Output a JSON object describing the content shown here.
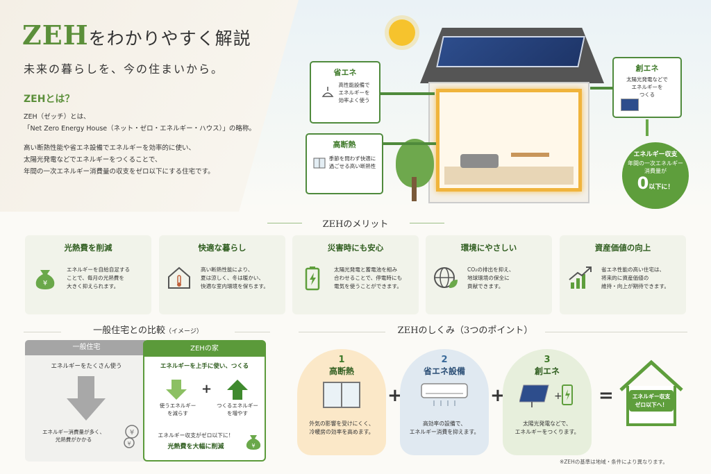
{
  "hero": {
    "title_main": "ZEH",
    "title_rest": "をわかりやすく解説",
    "subtitle": "未来の暮らしを、今の住まいから。",
    "what_heading": "ZEHとは？",
    "intro_lines": [
      "ZEH（ゼッチ）とは、",
      "「Net Zero Energy House（ネット・ゼロ・エネルギー・ハウス）」の略称。",
      "高い断熱性能や省エネ設備でエネルギーを効率的に使い、",
      "太陽光発電などでエネルギーをつくることで、",
      "年間の一次エネルギー消費量の収支をゼロ以下にする住宅です。"
    ]
  },
  "diagram": {
    "save": {
      "heading": "省エネ",
      "lines": [
        "高性能設備で",
        "エネルギーを",
        "効率よく使う"
      ]
    },
    "insulation": {
      "heading": "高断熱",
      "lines": [
        "季節を問わず快適に",
        "過ごせる高い断熱性"
      ]
    },
    "create": {
      "heading": "創エネ",
      "lines": [
        "太陽光発電などで",
        "エネルギーを",
        "つくる"
      ]
    },
    "result": {
      "line1": "エネルギー収支",
      "line2": "年間の一次エネルギー",
      "line3": "消費量が",
      "zero": "0",
      "line4": "以下に！"
    }
  },
  "merits": {
    "title": "ZEHのメリット",
    "cards": [
      {
        "heading": "光熱費を削減",
        "icon": "money-bag-icon",
        "lines": [
          "エネルギーを自給自足する",
          "ことで、毎月の光熱費を",
          "大きく抑えられます。"
        ]
      },
      {
        "heading": "快適な暮らし",
        "icon": "house-thermometer-icon",
        "lines": [
          "高い断熱性能により、",
          "夏は涼しく、冬は暖かい、",
          "快適な室内環境を保ちます。"
        ]
      },
      {
        "heading": "災害時にも安心",
        "icon": "battery-icon",
        "lines": [
          "太陽光発電と蓄電池を組み",
          "合わせることで、停電時にも",
          "電気を使うことができます。"
        ]
      },
      {
        "heading": "環境にやさしい",
        "icon": "globe-leaf-icon",
        "lines": [
          "CO₂の排出を抑え、",
          "地球環境の保全に",
          "貢献できます。"
        ]
      },
      {
        "heading": "資産価値の向上",
        "icon": "rising-chart-icon",
        "lines": [
          "省エネ性能の高い住宅は、",
          "将来的に資産価値の",
          "維持・向上が期待できます。"
        ]
      }
    ]
  },
  "comparison": {
    "title": "一般住宅との比較",
    "title_note": "（イメージ）",
    "normal": {
      "header": "一般住宅",
      "lead": "エネルギーをたくさん使う",
      "bottom_lines": [
        "エネルギー消費量が多く、",
        "光熱費がかかる"
      ]
    },
    "zeh": {
      "header": "ZEHの家",
      "lead": "エネルギーを上手に使い、つくる",
      "down_label": [
        "使うエネルギー",
        "を減らす"
      ],
      "plus": "+",
      "up_label": [
        "つくるエネルギー",
        "を増やす"
      ],
      "bottom1": "エネルギー収支がゼロ以下に！",
      "bottom2": "光熱費を大幅に削減"
    }
  },
  "mechanism": {
    "title": "ZEHのしくみ（3つのポイント）",
    "points": [
      {
        "num": "1",
        "heading": "高断熱",
        "lines": [
          "外気の影響を受けにくく、",
          "冷暖房の効率を高めます。"
        ]
      },
      {
        "num": "2",
        "heading": "省エネ設備",
        "lines": [
          "高効率の設備で、",
          "エネルギー消費を抑えます。"
        ]
      },
      {
        "num": "3",
        "heading": "創エネ",
        "lines": [
          "太陽光発電などで、",
          "エネルギーをつくります。"
        ]
      }
    ],
    "plus": "+",
    "equals": "=",
    "result_lines": [
      "エネルギー収支",
      "ゼロ以下へ！"
    ]
  },
  "footnote": "※ZEHの基準は地域・条件により異なります。",
  "colors": {
    "green": "#5b8f3a",
    "dark_green": "#2f5d1f",
    "orange": "#f0b43c"
  }
}
